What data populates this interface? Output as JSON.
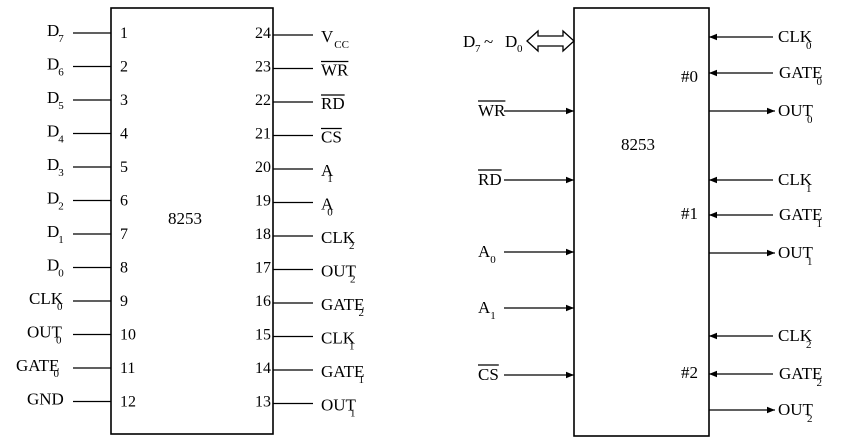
{
  "left_chip": {
    "name": "8253",
    "left_pins": [
      {
        "num": "1",
        "label": "D",
        "sub": "7"
      },
      {
        "num": "2",
        "label": "D",
        "sub": "6"
      },
      {
        "num": "3",
        "label": "D",
        "sub": "5"
      },
      {
        "num": "4",
        "label": "D",
        "sub": "4"
      },
      {
        "num": "5",
        "label": "D",
        "sub": "3"
      },
      {
        "num": "6",
        "label": "D",
        "sub": "2"
      },
      {
        "num": "7",
        "label": "D",
        "sub": "1"
      },
      {
        "num": "8",
        "label": "D",
        "sub": "0"
      },
      {
        "num": "9",
        "label": "CLK",
        "sub": "0"
      },
      {
        "num": "10",
        "label": "OUT",
        "sub": "0"
      },
      {
        "num": "11",
        "label": "GATE",
        "sub": "0"
      },
      {
        "num": "12",
        "label": "GND",
        "sub": ""
      }
    ],
    "right_pins": [
      {
        "num": "24",
        "label": "V",
        "sub": "CC",
        "overline": false
      },
      {
        "num": "23",
        "label": "WR",
        "sub": "",
        "overline": true
      },
      {
        "num": "22",
        "label": "RD",
        "sub": "",
        "overline": true
      },
      {
        "num": "21",
        "label": "CS",
        "sub": "",
        "overline": true
      },
      {
        "num": "20",
        "label": "A",
        "sub": "1",
        "overline": false
      },
      {
        "num": "19",
        "label": "A",
        "sub": "0",
        "overline": false
      },
      {
        "num": "18",
        "label": "CLK",
        "sub": "2",
        "overline": false
      },
      {
        "num": "17",
        "label": "OUT",
        "sub": "2",
        "overline": false
      },
      {
        "num": "16",
        "label": "GATE",
        "sub": "2",
        "overline": false
      },
      {
        "num": "15",
        "label": "CLK",
        "sub": "1",
        "overline": false
      },
      {
        "num": "14",
        "label": "GATE",
        "sub": "1",
        "overline": false
      },
      {
        "num": "13",
        "label": "OUT",
        "sub": "1",
        "overline": false
      }
    ]
  },
  "right_chip": {
    "name": "8253",
    "data_bus": {
      "from_label": "D",
      "from_sub": "7",
      "sep": "~",
      "to_label": "D",
      "to_sub": "0"
    },
    "inputs": [
      {
        "label": "WR",
        "sub": "",
        "overline": true
      },
      {
        "label": "RD",
        "sub": "",
        "overline": true
      },
      {
        "label": "A",
        "sub": "0",
        "overline": false
      },
      {
        "label": "A",
        "sub": "1",
        "overline": false
      },
      {
        "label": "CS",
        "sub": "",
        "overline": true
      }
    ],
    "counters": [
      {
        "mark": "#0",
        "signals": [
          {
            "label": "CLK",
            "sub": "0",
            "dir": "in"
          },
          {
            "label": "GATE",
            "sub": "0",
            "dir": "in"
          },
          {
            "label": "OUT",
            "sub": "0",
            "dir": "out"
          }
        ]
      },
      {
        "mark": "#1",
        "signals": [
          {
            "label": "CLK",
            "sub": "1",
            "dir": "in"
          },
          {
            "label": "GATE",
            "sub": "1",
            "dir": "in"
          },
          {
            "label": "OUT",
            "sub": "1",
            "dir": "out"
          }
        ]
      },
      {
        "mark": "#2",
        "signals": [
          {
            "label": "CLK",
            "sub": "2",
            "dir": "in"
          },
          {
            "label": "GATE",
            "sub": "2",
            "dir": "in"
          },
          {
            "label": "OUT",
            "sub": "2",
            "dir": "out"
          }
        ]
      }
    ]
  }
}
